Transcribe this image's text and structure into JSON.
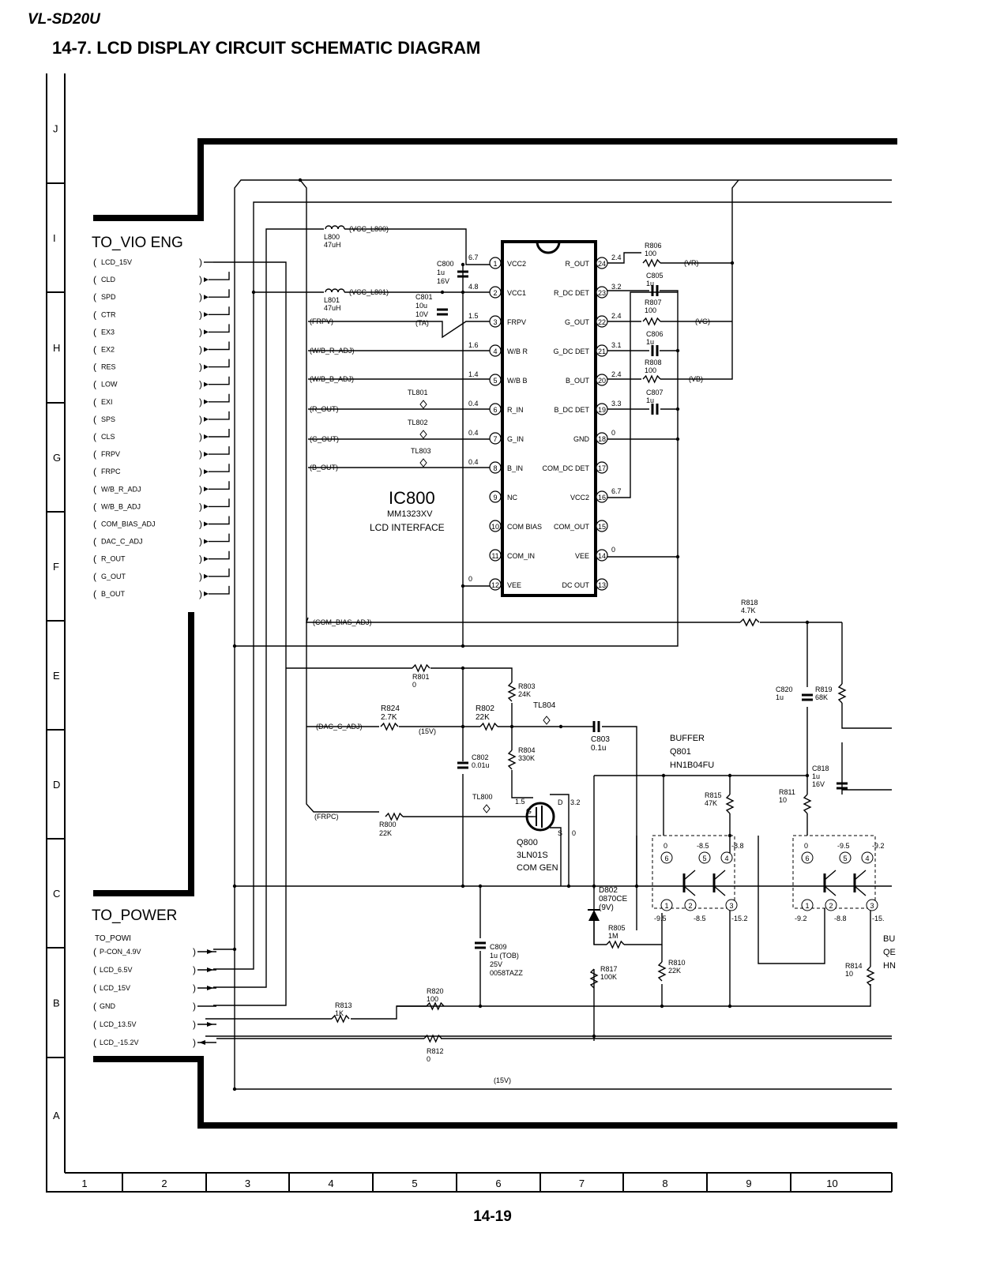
{
  "header": {
    "model": "VL-SD20U",
    "title": "14-7. LCD DISPLAY CIRCUIT SCHEMATIC DIAGRAM",
    "page_number": "14-19"
  },
  "grid": {
    "rows": [
      "J",
      "I",
      "H",
      "G",
      "F",
      "E",
      "D",
      "C",
      "B",
      "A"
    ],
    "columns": [
      "1",
      "2",
      "3",
      "4",
      "5",
      "6",
      "7",
      "8",
      "9",
      "10"
    ]
  },
  "connectors": {
    "vio": {
      "title": "TO_VIO ENG",
      "pins": [
        "LCD_15V",
        "CLD",
        "SPD",
        "CTR",
        "EX3",
        "EX2",
        "RES",
        "LOW",
        "EXI",
        "SPS",
        "CLS",
        "FRPV",
        "FRPC",
        "W/B_R_ADJ",
        "W/B_B_ADJ",
        "COM_BIAS_ADJ",
        "DAC_C_ADJ",
        "R_OUT",
        "G_OUT",
        "B_OUT"
      ]
    },
    "power": {
      "title": "TO_POWER",
      "subtitle": "TO_POWI",
      "pins": [
        "P-CON_4.9V",
        "LCD_6.5V",
        "LCD_15V",
        "GND",
        "LCD_13.5V",
        "LCD_-15.2V"
      ]
    }
  },
  "ic": {
    "ref": "IC800",
    "part": "MM1323XV",
    "desc": "LCD INTERFACE",
    "left_pins": [
      {
        "num": "1",
        "name": "VCC2",
        "volt": "6.7"
      },
      {
        "num": "2",
        "name": "VCC1",
        "volt": "4.8"
      },
      {
        "num": "3",
        "name": "FRPV",
        "volt": "1.5"
      },
      {
        "num": "4",
        "name": "W/B R",
        "volt": "1.6"
      },
      {
        "num": "5",
        "name": "W/B B",
        "volt": "1.4"
      },
      {
        "num": "6",
        "name": "R_IN",
        "volt": "0.4"
      },
      {
        "num": "7",
        "name": "G_IN",
        "volt": "0.4"
      },
      {
        "num": "8",
        "name": "B_IN",
        "volt": "0.4"
      },
      {
        "num": "9",
        "name": "NC",
        "volt": ""
      },
      {
        "num": "10",
        "name": "COM BIAS",
        "volt": ""
      },
      {
        "num": "11",
        "name": "COM_IN",
        "volt": ""
      },
      {
        "num": "12",
        "name": "VEE",
        "volt": "0"
      }
    ],
    "right_pins": [
      {
        "num": "24",
        "name": "R_OUT",
        "volt": "2.4"
      },
      {
        "num": "23",
        "name": "R_DC DET",
        "volt": "3.2"
      },
      {
        "num": "22",
        "name": "G_OUT",
        "volt": "2.4"
      },
      {
        "num": "21",
        "name": "G_DC DET",
        "volt": "3.1"
      },
      {
        "num": "20",
        "name": "B_OUT",
        "volt": "2.4"
      },
      {
        "num": "19",
        "name": "B_DC DET",
        "volt": "3.3"
      },
      {
        "num": "18",
        "name": "GND",
        "volt": "0"
      },
      {
        "num": "17",
        "name": "COM_DC DET",
        "volt": ""
      },
      {
        "num": "16",
        "name": "VCC2",
        "volt": "6.7"
      },
      {
        "num": "15",
        "name": "COM_OUT",
        "volt": ""
      },
      {
        "num": "14",
        "name": "VEE",
        "volt": "0"
      },
      {
        "num": "13",
        "name": "DC OUT",
        "volt": ""
      }
    ]
  },
  "net_labels": {
    "vcc_l800": "(VCC_L800)",
    "vcc_l801": "(VCC_L801)",
    "frpv": "(FRPV)",
    "wb_r": "(W/B_R_ADJ)",
    "wb_b": "(W/B_B_ADJ)",
    "r_out": "(R_OUT)",
    "g_out": "(G_OUT)",
    "b_out": "(B_OUT)",
    "com_bias": "(COM_BIAS_ADJ)",
    "dac_c": "(DAC_C_ADJ)",
    "frpc": "(FRPC)",
    "vr": "(VR)",
    "vg": "(VG)",
    "vb": "(VB)",
    "v15": "(15V)",
    "v15b": "(15V)"
  },
  "components": {
    "l800": [
      "L800",
      "47uH"
    ],
    "l801": [
      "L801",
      "47uH"
    ],
    "c800": [
      "C800",
      "1u",
      "16V"
    ],
    "c801": [
      "C801",
      "10u",
      "10V",
      "(TA)"
    ],
    "r806": [
      "R806",
      "100"
    ],
    "c805": [
      "C805",
      "1u"
    ],
    "r807": [
      "R807",
      "100"
    ],
    "c806": [
      "C806",
      "1u"
    ],
    "r808": [
      "R808",
      "100"
    ],
    "c807": [
      "C807",
      "1u"
    ],
    "tl801": "TL801",
    "tl802": "TL802",
    "tl803": "TL803",
    "r818": [
      "R818",
      "4.7K"
    ],
    "r801": [
      "R801",
      "0"
    ],
    "r803": [
      "R803",
      "24K"
    ],
    "tl804": "TL804",
    "r824": [
      "R824",
      "2.7K"
    ],
    "r802": [
      "R802",
      "22K"
    ],
    "c803": [
      "C803",
      "0.1u"
    ],
    "r804": [
      "R804",
      "330K"
    ],
    "c802": [
      "C802",
      "0.01u"
    ],
    "tl800": "TL800",
    "r800": [
      "R800",
      "22K"
    ],
    "q800": [
      "Q800",
      "3LN01S",
      "COM GEN"
    ],
    "q800_pins": [
      "G",
      "D",
      "S"
    ],
    "q800_volts": [
      "1.5",
      "3.2",
      "0"
    ],
    "buffer": [
      "BUFFER",
      "Q801",
      "HN1B04FU"
    ],
    "r815": [
      "R815",
      "47K"
    ],
    "r811": [
      "R811",
      "10"
    ],
    "c820": [
      "C820",
      "1u"
    ],
    "r819": [
      "R819",
      "68K"
    ],
    "c818": [
      "C818",
      "1u",
      "16V"
    ],
    "d802": [
      "D802",
      "0870CE",
      "(9V)"
    ],
    "r805": [
      "R805",
      "1M"
    ],
    "r817": [
      "R817",
      "100K"
    ],
    "r810": [
      "R810",
      "22K"
    ],
    "r814": [
      "R814",
      "10"
    ],
    "c809": [
      "C809",
      "1u (TOB)",
      "25V",
      "0058TAZZ"
    ],
    "r820": [
      "R820",
      "100"
    ],
    "r813": [
      "R813",
      "1K"
    ],
    "r812": [
      "R812",
      "0"
    ],
    "q801_top_volts": [
      "0",
      "-8.5",
      "-8.8"
    ],
    "q801_bot_volts": [
      "-9.5",
      "-8.5",
      "-15.2"
    ],
    "q802_top_volts": [
      "0",
      "-9.5",
      "-9.2"
    ],
    "q802_bot_volts": [
      "-9.2",
      "-8.8",
      "-15."
    ],
    "q802_clip": [
      "BU",
      "QE",
      "HN"
    ]
  }
}
